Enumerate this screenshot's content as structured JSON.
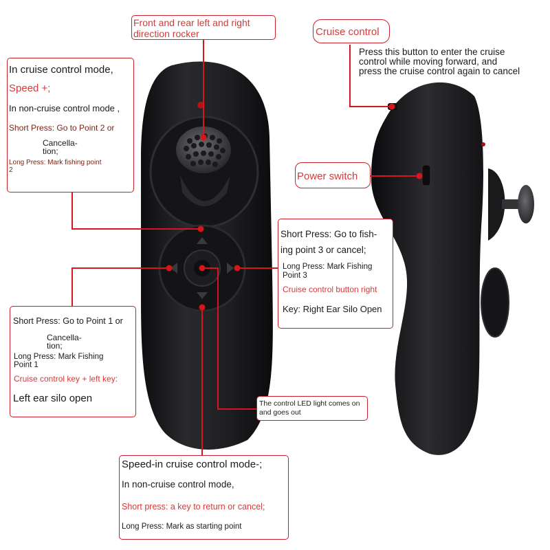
{
  "colors": {
    "accent_red": "#d6161c",
    "body_black": "#1b1b1d",
    "callout_border": "#c8202a"
  },
  "rocker": {
    "title": "Front and rear left and right direction rocker"
  },
  "cruise_control": {
    "title": "Cruise control",
    "desc_line1": "Press this button to enter the cruise",
    "desc_line2": "control while moving forward, and",
    "desc_line3": "press the cruise control again to cancel"
  },
  "power_switch": {
    "title": "Power switch"
  },
  "top_left": {
    "line1": "In cruise control mode,",
    "line2": "Speed +;",
    "line3": "In non-cruise control mode ,",
    "line4": "Short Press: Go to Point 2 or",
    "line5": "Cancella-",
    "line6": "tion;",
    "line7": "Long Press: Mark fishing point",
    "line8": "2"
  },
  "right_box": {
    "line1": "Short Press: Go to fish-",
    "line2": "ing point 3 or cancel;",
    "line3": "Long Press: Mark Fishing",
    "line4": "Point 3",
    "line5": "Cruise control button right",
    "line6": "Key: Right Ear Silo Open"
  },
  "left_box": {
    "line1": "Short Press: Go to Point 1 or",
    "line2": "Cancella-",
    "line3": "tion;",
    "line4": "Long Press: Mark Fishing",
    "line5": "Point 1",
    "line6": "Cruise control key + left key:",
    "line7": "Left ear silo open"
  },
  "led_box": {
    "line1": "The control LED light comes on",
    "line2": "and goes out"
  },
  "bottom_box": {
    "line1": "Speed-in cruise control mode-;",
    "line2": "In non-cruise control mode,",
    "line3": "Short press: a key to return or cancel;",
    "line4": "Long Press: Mark as starting point"
  }
}
